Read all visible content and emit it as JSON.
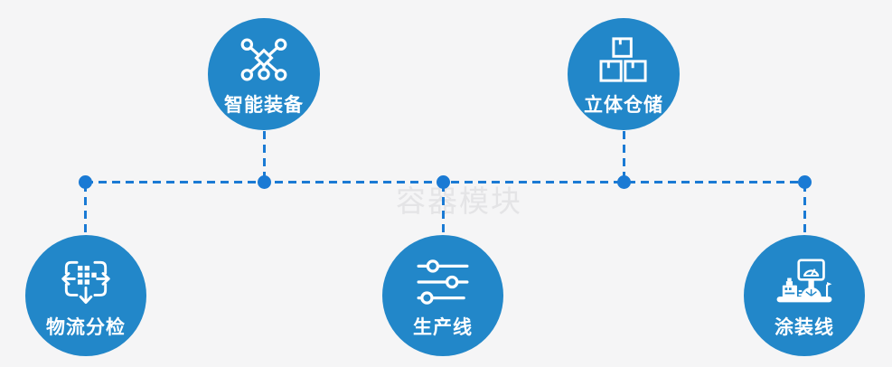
{
  "colors": {
    "background": "#f5f5f6",
    "node_blue": "#2287c9",
    "connector_blue": "#1a7ad4",
    "watermark_gray": "#e4e4e6",
    "icon_white": "#ffffff"
  },
  "watermark": "容器模块",
  "nodes": [
    {
      "id": "smart-equipment",
      "label": "智能装备",
      "icon": "network-nodes-icon",
      "row": "top"
    },
    {
      "id": "stereo-warehouse",
      "label": "立体仓储",
      "icon": "stacked-boxes-icon",
      "row": "top"
    },
    {
      "id": "logistics-sorting",
      "label": "物流分检",
      "icon": "sorting-arrows-icon",
      "row": "bottom"
    },
    {
      "id": "production-line",
      "label": "生产线",
      "icon": "sliders-icon",
      "row": "bottom"
    },
    {
      "id": "coating-line",
      "label": "涂装线",
      "icon": "machine-gauge-icon",
      "row": "bottom"
    }
  ]
}
